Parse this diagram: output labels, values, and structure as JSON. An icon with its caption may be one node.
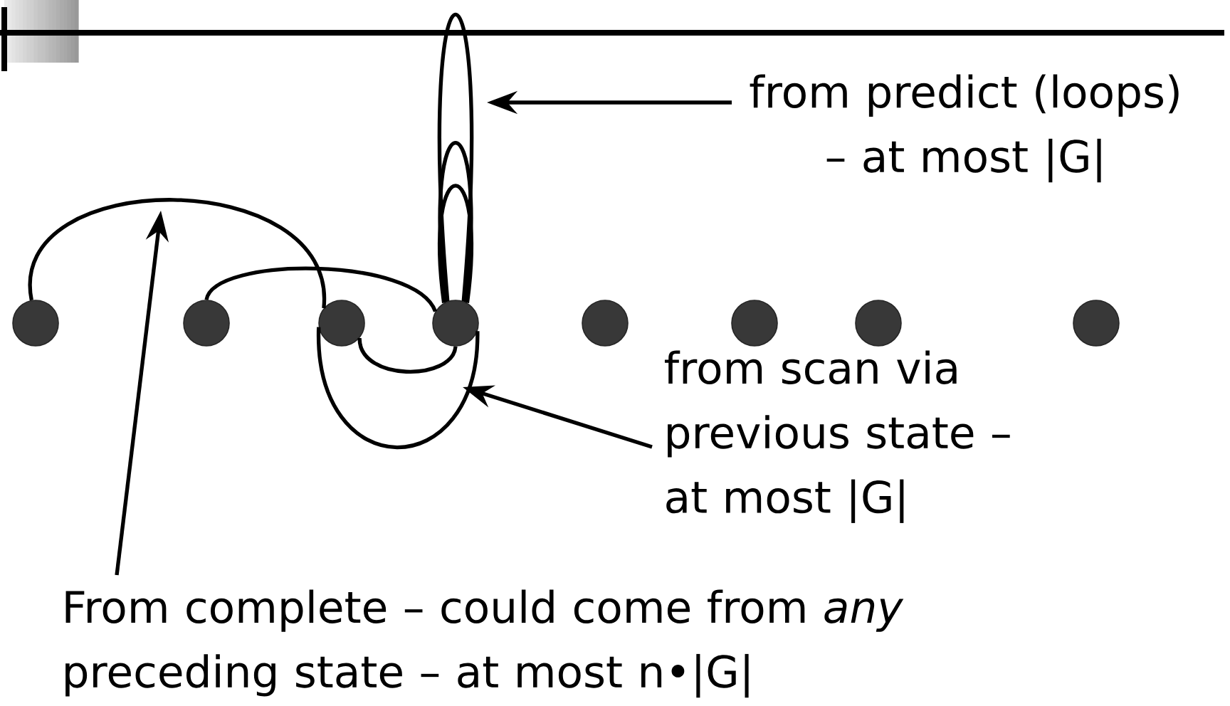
{
  "diagram": {
    "nodes": [
      {
        "text": [],
        "shape": "circle"
      },
      {
        "text": [],
        "shape": "circle"
      },
      {
        "text": [],
        "shape": "circle"
      },
      {
        "text": [],
        "shape": "circle"
      },
      {
        "text": [],
        "shape": "circle"
      },
      {
        "text": [],
        "shape": "circle"
      },
      {
        "text": [],
        "shape": "circle"
      },
      {
        "text": [],
        "shape": "circle"
      },
      {
        "text": [
          "from predict (loops) – at most |G|"
        ]
      },
      {
        "text": [
          "from scan via previous state – at most |G|"
        ]
      },
      {
        "text": [
          "From complete – could come from *any* preceding state – at most n•|G|"
        ]
      }
    ],
    "edges": [
      {
        "from": 0,
        "to": 2,
        "arrow": "none"
      },
      {
        "from": 1,
        "to": 3,
        "arrow": "none"
      },
      {
        "from": 2,
        "to": 3,
        "arrow": "none"
      },
      {
        "from": 2,
        "to": 3,
        "arrow": "none"
      },
      {
        "from": 3,
        "to": 3,
        "arrow": "none"
      },
      {
        "from": 3,
        "to": 3,
        "arrow": "none"
      },
      {
        "from": 3,
        "to": 3,
        "arrow": "none"
      },
      {
        "from": 8,
        "to": null,
        "arrow": "to"
      },
      {
        "from": 9,
        "to": null,
        "arrow": "to"
      },
      {
        "from": 10,
        "to": null,
        "arrow": "to"
      }
    ]
  }
}
